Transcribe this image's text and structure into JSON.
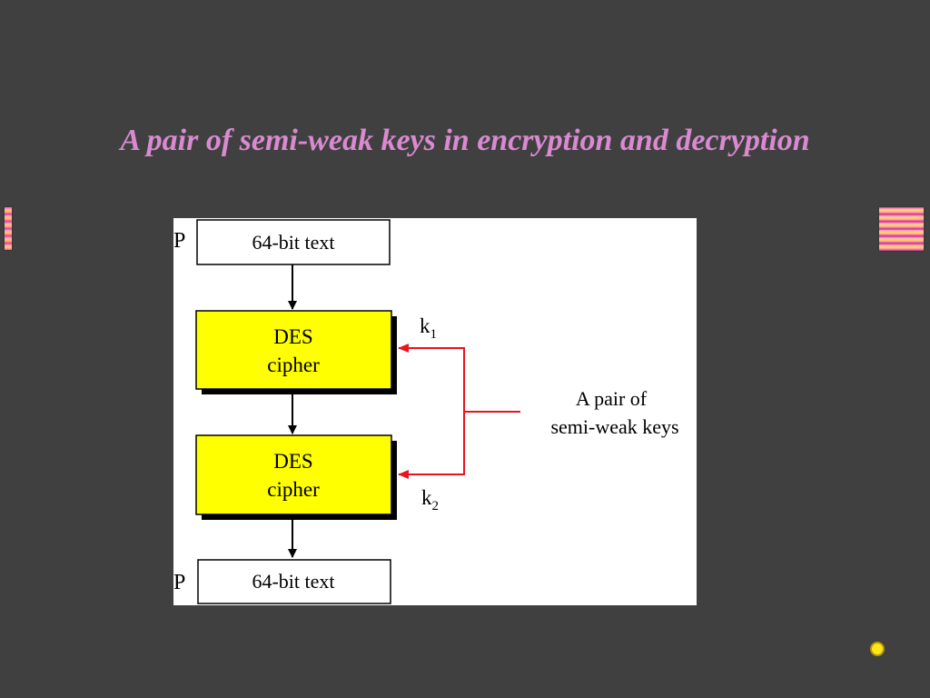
{
  "slide": {
    "title": "A pair of semi-weak keys in encryption and decryption"
  },
  "diagram": {
    "top_label": "P",
    "top_box": "64-bit text",
    "cipher1_line1": "DES",
    "cipher1_line2": "cipher",
    "cipher2_line1": "DES",
    "cipher2_line2": "cipher",
    "bottom_label": "P",
    "bottom_box": "64-bit text",
    "key1_base": "k",
    "key1_sub": "1",
    "key2_base": "k",
    "key2_sub": "2",
    "keys_line1": "A pair of",
    "keys_line2": "semi-weak keys"
  },
  "colors": {
    "background": "#404040",
    "title": "#d98ad0",
    "cipher_fill": "#ffff00",
    "key_arrow": "#e8141e",
    "nav_dot": "#ffe61a"
  }
}
